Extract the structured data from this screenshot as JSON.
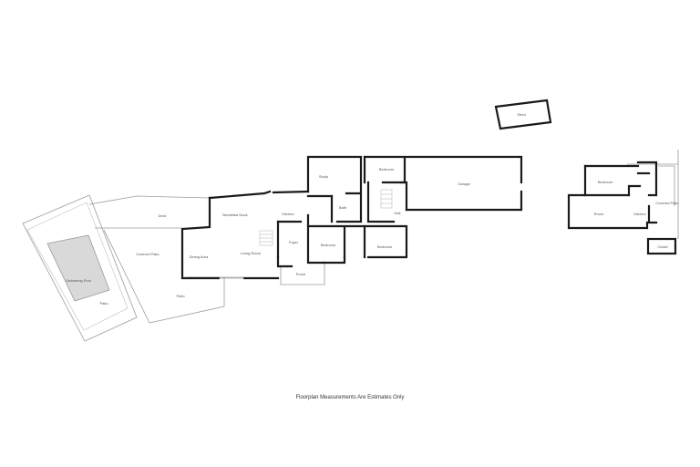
{
  "labels": {
    "shed": "Shed",
    "bedroom_top": "Bedroom",
    "garage": "Garage",
    "study": "Study",
    "kitchen": "Kitchen",
    "breakfast_nook": "Breakfast Nook",
    "bath": "Bath",
    "deck": "Deck",
    "hall": "Hall",
    "dining_area": "Dining Area",
    "living_room": "Living Room",
    "foyer": "Foyer",
    "bedroom_mid": "Bedroom",
    "bedroom_right": "Bedroom",
    "porch": "Porch",
    "covered_patio": "Covered Patio",
    "patio": "Patio",
    "swimming_pool": "Swimming Pool",
    "pool_deck": "Patio",
    "annex_bedroom": "Bedroom",
    "annex_room": "Room",
    "annex_kitchen": "Kitchen",
    "annex_covered_patio": "Covered Patio",
    "annex_closet": "Closet"
  },
  "caption": "Floorplan Measurements Are Estimates Only"
}
